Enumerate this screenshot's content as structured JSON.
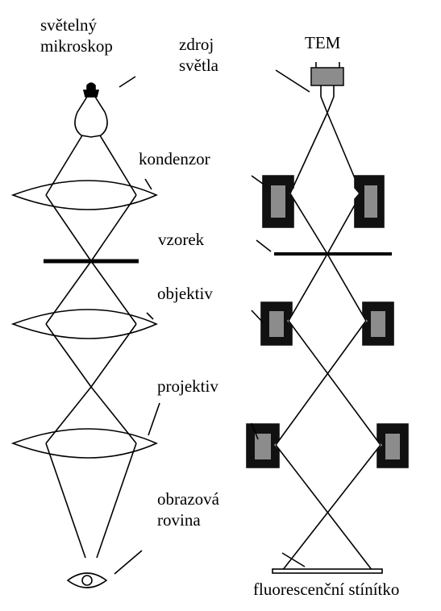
{
  "left_column": {
    "title_line1": "světelný",
    "title_line2": "mikroskop"
  },
  "right_column": {
    "title": "TEM"
  },
  "labels": {
    "source_line1": "zdroj",
    "source_line2": "světla",
    "condenser": "kondenzor",
    "specimen": "vzorek",
    "objective": "objektiv",
    "projector": "projektiv",
    "image_plane_line1": "obrazová",
    "image_plane_line2": "rovina",
    "screen": "fluorescenční stínítko"
  },
  "icons": [
    "light-bulb-icon",
    "eye-icon",
    "electron-gun-icon",
    "magnetic-lens-icon"
  ],
  "colors": {
    "line": "#000000",
    "coil_fill": "#8c8c8c",
    "coil_frame": "#111111"
  }
}
